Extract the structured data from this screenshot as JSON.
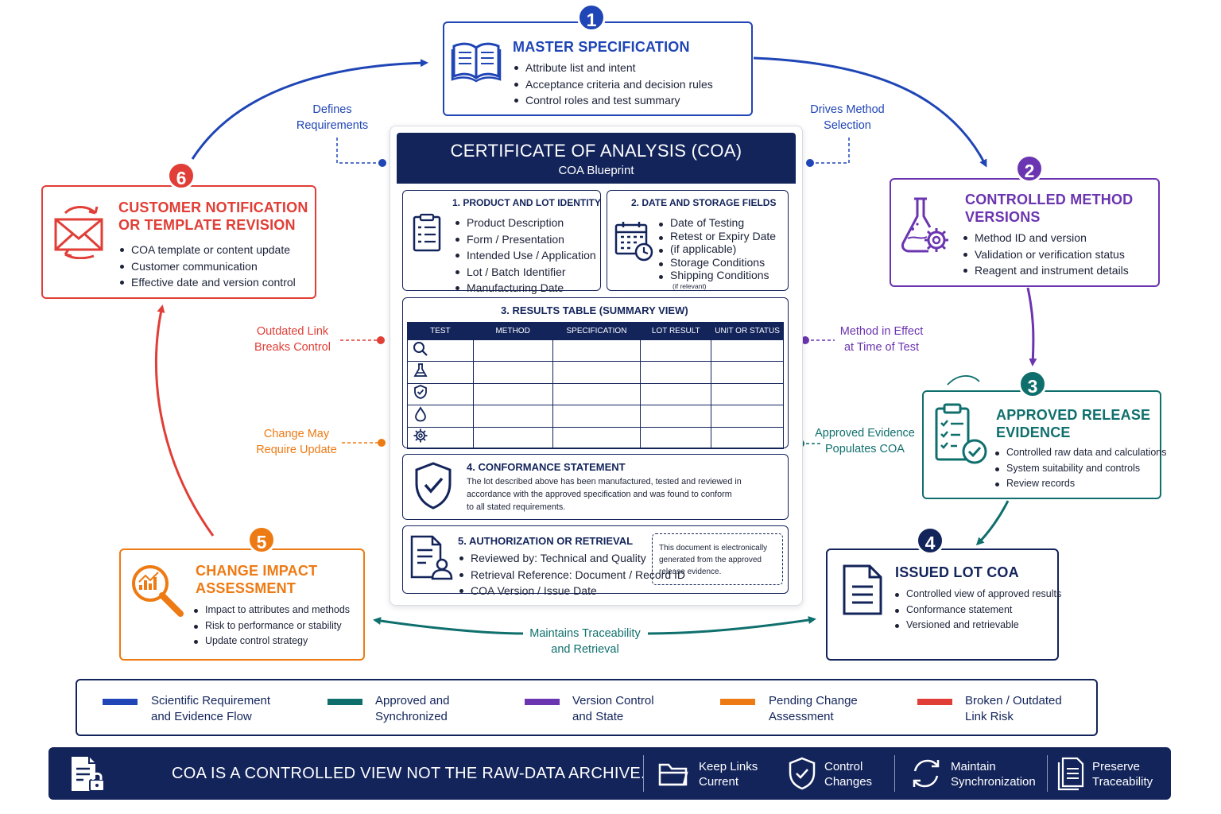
{
  "colors": {
    "navy": "#13245b",
    "blue": "#1f45b6",
    "teal": "#0f6f6d",
    "purple": "#6b34b0",
    "orange": "#ee7a13",
    "red": "#e03e36"
  },
  "coa": {
    "title": "CERTIFICATE OF ANALYSIS (COA)",
    "subtitle": "COA Blueprint",
    "sections": {
      "identity": {
        "title": "1. PRODUCT AND LOT IDENTITY",
        "items": [
          "Product Description",
          "Form / Presentation",
          "Intended Use / Application",
          "Lot / Batch Identifier",
          "Manufacturing Date"
        ]
      },
      "date_storage": {
        "title": "2. DATE AND STORAGE FIELDS",
        "items": [
          "Date of Testing",
          "Retest or Expiry Date",
          "(if applicable)",
          "Storage Conditions",
          "Shipping Conditions"
        ],
        "note": "(if relevant)"
      },
      "results": {
        "title": "3. RESULTS TABLE (SUMMARY VIEW)",
        "columns": [
          "TEST",
          "METHOD",
          "SPECIFICATION",
          "LOT RESULT",
          "UNIT OR STATUS"
        ],
        "row_icons": [
          "search-icon",
          "flask-icon",
          "shield-check-icon",
          "droplet-icon",
          "gear-icon"
        ]
      },
      "conformance": {
        "title": "4. CONFORMANCE STATEMENT",
        "lines": [
          "The lot described above has been manufactured, tested and reviewed in",
          "accordance with the approved specification and was found to conform",
          "to all stated requirements."
        ]
      },
      "authorization": {
        "title": "5. AUTHORIZATION OR RETRIEVAL",
        "items": [
          "Reviewed by: Technical and Quality",
          "Retrieval Reference: Document / Record ID",
          "COA Version / Issue Date"
        ],
        "note_lines": [
          "This document is electronically",
          "generated from the approved",
          "release evidence."
        ]
      }
    }
  },
  "steps": [
    {
      "number": "1",
      "title_lines": [
        "MASTER SPECIFICATION"
      ],
      "items": [
        "Attribute list and intent",
        "Acceptance criteria and decision rules",
        "Control roles and test summary"
      ],
      "icon": "open-book-icon",
      "color": "#1f45b6"
    },
    {
      "number": "2",
      "title_lines": [
        "CONTROLLED METHOD",
        "VERSIONS"
      ],
      "items": [
        "Method ID and version",
        "Validation or verification status",
        "Reagent and instrument details"
      ],
      "icon": "flask-gear-icon",
      "color": "#6b34b0"
    },
    {
      "number": "3",
      "title_lines": [
        "APPROVED RELEASE",
        "EVIDENCE"
      ],
      "items": [
        "Controlled raw data and calculations",
        "System suitability and controls",
        "Review records"
      ],
      "icon": "clipboard-check-icon",
      "color": "#0f6f6d"
    },
    {
      "number": "4",
      "title_lines": [
        "ISSUED LOT COA"
      ],
      "items": [
        "Controlled view of approved results",
        "Conformance statement",
        "Versioned and retrievable"
      ],
      "icon": "document-icon",
      "color": "#13245b"
    },
    {
      "number": "5",
      "title_lines": [
        "CHANGE IMPACT",
        "ASSESSMENT"
      ],
      "items": [
        "Impact to attributes and methods",
        "Risk to performance or stability",
        "Update control strategy"
      ],
      "icon": "magnifier-chart-icon",
      "color": "#ee7a13"
    },
    {
      "number": "6",
      "title_lines": [
        "CUSTOMER NOTIFICATION",
        "OR TEMPLATE REVISION"
      ],
      "items": [
        "COA template or content update",
        "Customer communication",
        "Effective date and version control"
      ],
      "icon": "envelope-cycle-icon",
      "color": "#e03e36"
    }
  ],
  "connectors": {
    "defines_requirements": [
      "Defines",
      "Requirements"
    ],
    "drives_method_selection": [
      "Drives Method",
      "Selection"
    ],
    "outdated_link": [
      "Outdated Link",
      "Breaks Control"
    ],
    "method_in_effect": [
      "Method in Effect",
      "at Time of Test"
    ],
    "change_may_require": [
      "Change May",
      "Require Update"
    ],
    "approved_evidence": [
      "Approved Evidence",
      "Populates COA"
    ],
    "maintains_traceability": [
      "Maintains Traceability",
      "and Retrieval"
    ]
  },
  "legend": [
    {
      "color": "#1f45b6",
      "lines": [
        "Scientific Requirement",
        "and Evidence Flow"
      ]
    },
    {
      "color": "#0f6f6d",
      "lines": [
        "Approved and",
        "Synchronized"
      ]
    },
    {
      "color": "#6b34b0",
      "lines": [
        "Version Control",
        "and State"
      ]
    },
    {
      "color": "#ee7a13",
      "lines": [
        "Pending Change",
        "Assessment"
      ]
    },
    {
      "color": "#e03e36",
      "lines": [
        "Broken / Outdated",
        "Link Risk"
      ]
    }
  ],
  "footer": {
    "main": "COA IS A CONTROLLED VIEW NOT THE RAW-DATA ARCHIVE.",
    "items": [
      {
        "icon": "folder-icon",
        "lines": [
          "Keep Links",
          "Current"
        ]
      },
      {
        "icon": "shield-check-icon",
        "lines": [
          "Control",
          "Changes"
        ]
      },
      {
        "icon": "sync-icon",
        "lines": [
          "Maintain",
          "Synchronization"
        ]
      },
      {
        "icon": "document-stack-icon",
        "lines": [
          "Preserve",
          "Traceability"
        ]
      }
    ]
  }
}
